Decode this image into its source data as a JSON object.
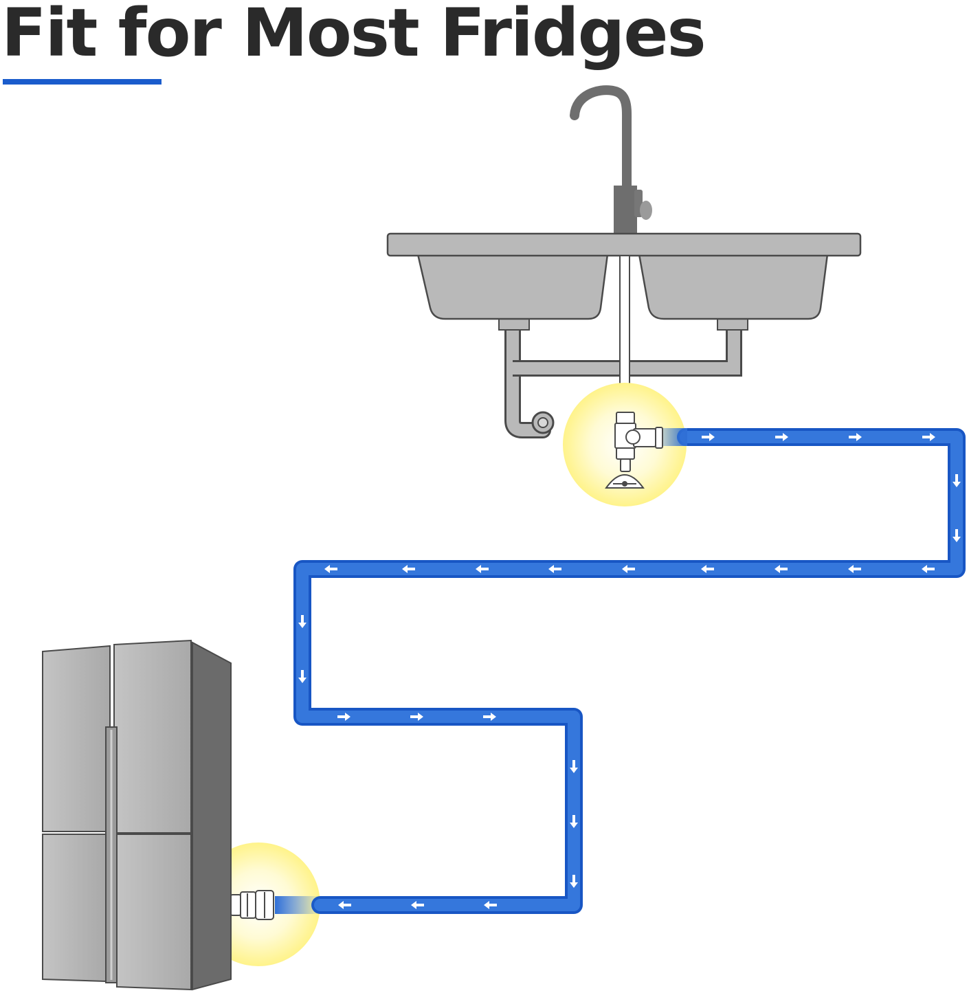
{
  "header": {
    "title": "Fit for Most Fridges"
  },
  "colors": {
    "tube": "#2f6fd6",
    "tube_edge": "#1856c4",
    "arrow": "#ffffff",
    "sink": "#b9b9b9",
    "sink_outline": "#4a4a4a",
    "faucet": "#6e6e6e",
    "fridge": "#b7b7b7",
    "fridge_side": "#6b6b6b",
    "highlight": "#fff6a0",
    "title_text": "#2a2a2a",
    "underline": "#1a5ccc"
  },
  "diagram": {
    "elements": [
      "faucet-icon",
      "double-sink-icon",
      "drain-trap-icon",
      "tee-valve-icon",
      "water-tube",
      "flow-arrow-icons",
      "fridge-icon",
      "fridge-inlet-connector-icon"
    ]
  }
}
